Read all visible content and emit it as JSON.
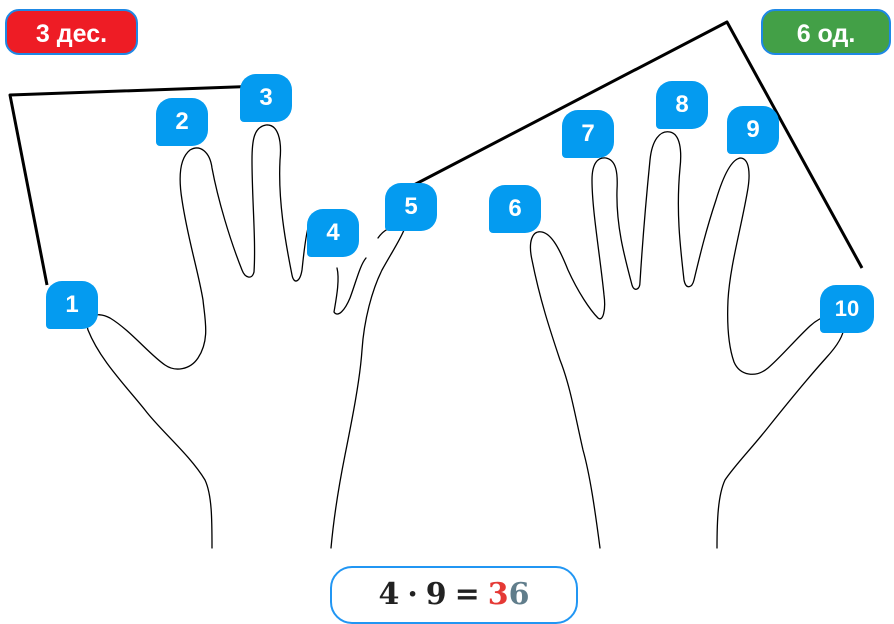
{
  "tens_label": "3 дес.",
  "units_label": "6 од.",
  "fingers": [
    "1",
    "2",
    "3",
    "4",
    "5",
    "6",
    "7",
    "8",
    "9",
    "10"
  ],
  "equation": {
    "factor_a": "4",
    "operator": "·",
    "factor_b": "9",
    "equals": "=",
    "result_tens": "3",
    "result_units": "6"
  },
  "colors": {
    "tens": "#ee1c25",
    "units": "#43a047",
    "badge": "#049bf0",
    "result_tens": "#e53935",
    "result_units": "#607d8b",
    "equation_text": "#222222",
    "outline": "#000000"
  }
}
